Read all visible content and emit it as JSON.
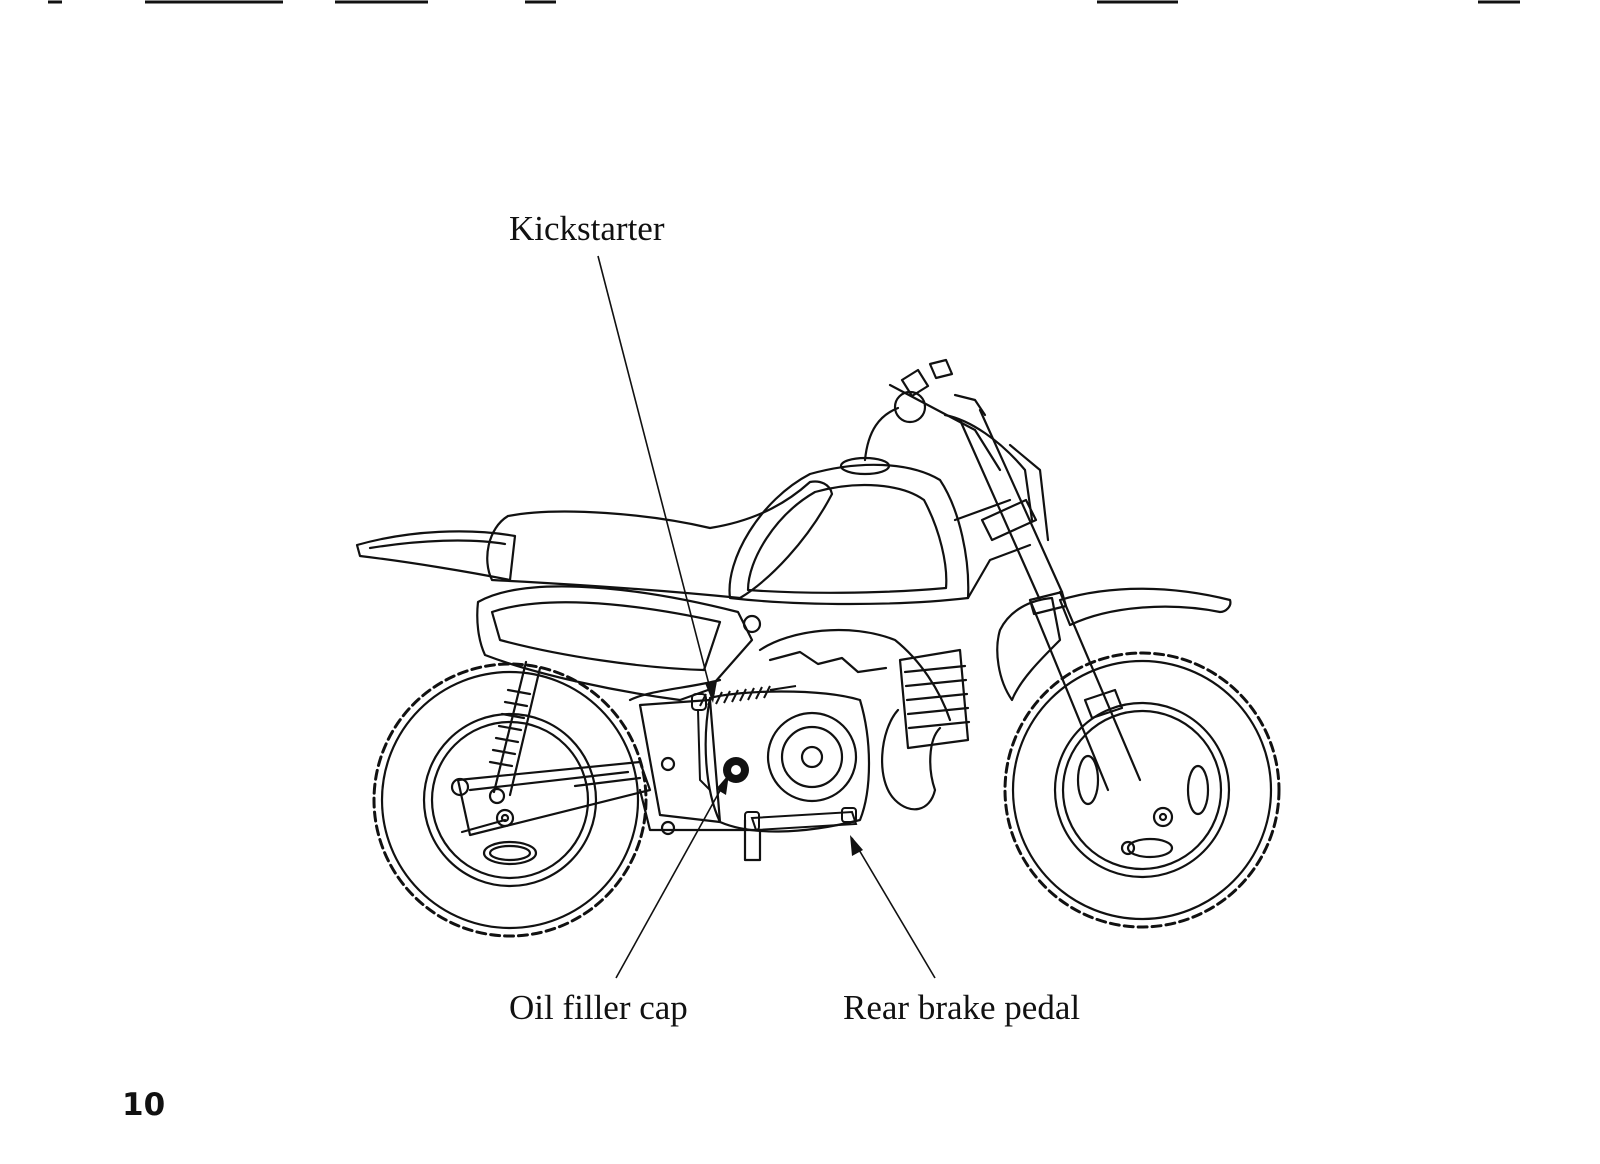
{
  "figure": {
    "callouts": {
      "kickstarter": "Kickstarter",
      "oil_filler_cap": "Oil filler cap",
      "rear_brake_pedal": "Rear brake pedal"
    }
  },
  "page": {
    "number": "10"
  }
}
